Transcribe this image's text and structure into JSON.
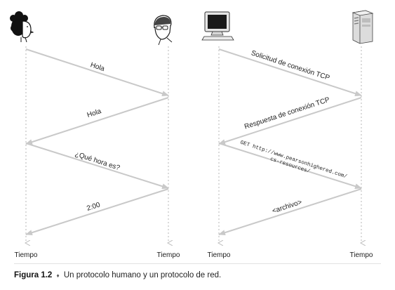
{
  "timeline_label": "Tiempo",
  "human_messages": [
    "Hola",
    "Hola",
    "¿Qué hora es?",
    "2:00"
  ],
  "network_messages": [
    "Solicitud de conexión TCP",
    "Respuesta de conexión TCP",
    "GET http://www.pearsonhighered.com/",
    "cs-resources/",
    "<archivo>"
  ],
  "caption": {
    "figure": "Figura 1.2",
    "separator": "♦",
    "text": "Un protocolo humano y un protocolo de red."
  },
  "colors": {
    "arrow": "#c9c9c9",
    "timeline": "#bdbdbd",
    "text": "#222222"
  }
}
